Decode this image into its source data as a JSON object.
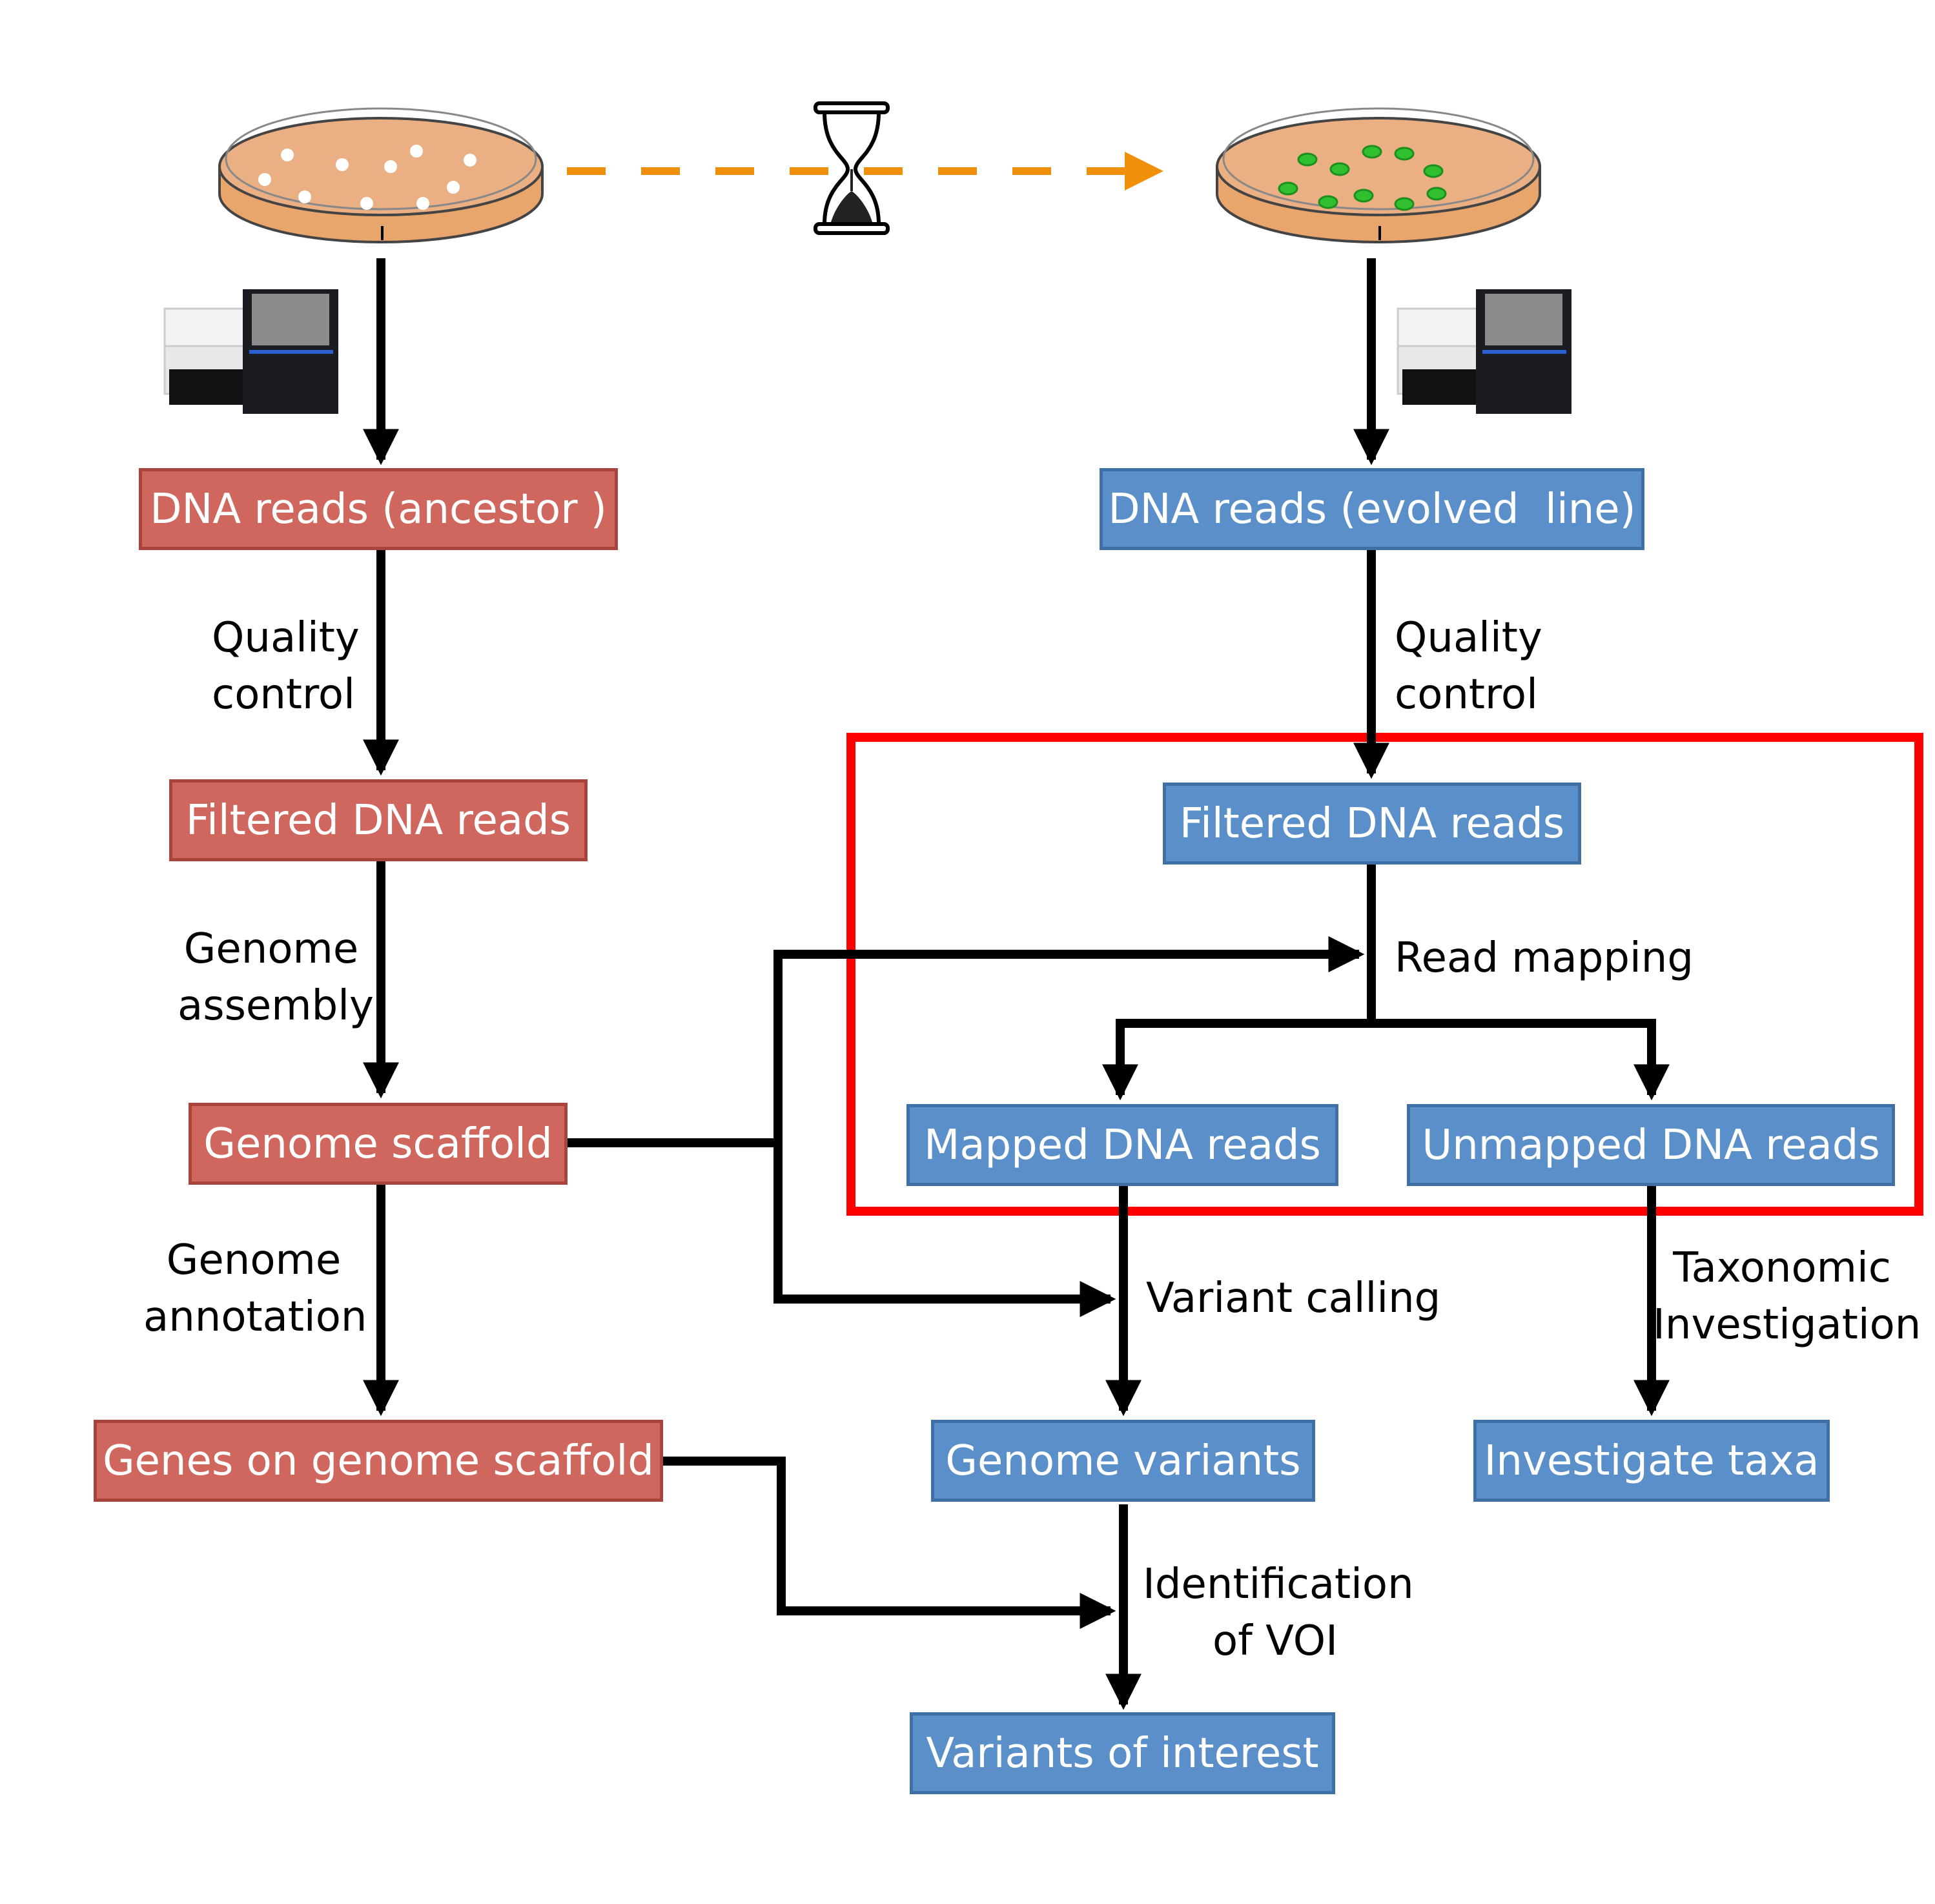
{
  "colors": {
    "ancestor_box": "#d0675f",
    "evolved_box": "#5b8fc9",
    "highlight": "#ff0000",
    "time_arrow": "#f0900a",
    "plate_agar": "#e8a56c",
    "colony_ancestor": "#ffffff",
    "colony_evolved": "#2fbf2f"
  },
  "icons": {
    "ancestor_plate": "petri-dish-icon",
    "evolved_plate": "petri-dish-icon",
    "time": "hourglass-icon",
    "sequencer": "sequencer-icon"
  },
  "ancestor": {
    "reads": "DNA reads (ancestor )",
    "filtered": "Filtered DNA reads",
    "scaffold": "Genome scaffold",
    "genes": "Genes on genome scaffold"
  },
  "evolved": {
    "reads": "DNA reads (evolved  line)",
    "filtered": "Filtered DNA reads",
    "mapped": "Mapped DNA reads",
    "unmapped": "Unmapped DNA reads",
    "variants": "Genome variants",
    "taxa": "Investigate taxa",
    "voi": "Variants of interest"
  },
  "steps": {
    "qc_left_1": "Quality",
    "qc_left_2": "control",
    "assembly_1": "Genome",
    "assembly_2": "assembly",
    "annotation_1": "Genome",
    "annotation_2": "annotation",
    "qc_right_1": "Quality",
    "qc_right_2": "control",
    "read_mapping": "Read mapping",
    "variant_calling": "Variant calling",
    "taxonomic_1": "Taxonomic",
    "taxonomic_2": "Investigation",
    "identification_1": "Identification",
    "identification_2": "of VOI"
  }
}
